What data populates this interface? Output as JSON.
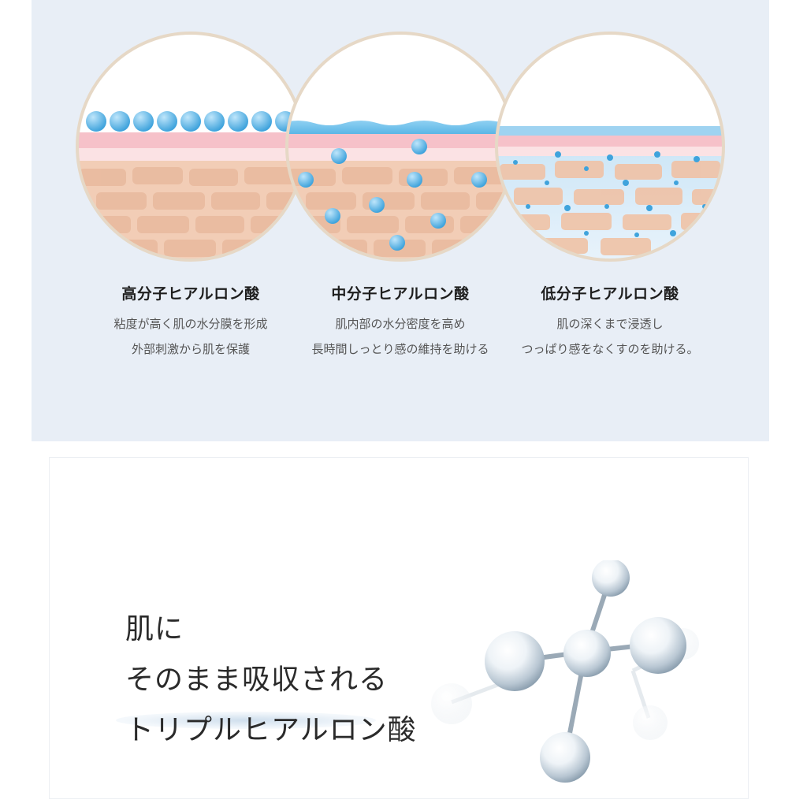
{
  "columns": [
    {
      "title": "高分子ヒアルロン酸",
      "lines": [
        "粘度が高く肌の水分膜を形成",
        "外部刺激から肌を保護"
      ]
    },
    {
      "title": "中分子ヒアルロン酸",
      "lines": [
        "肌内部の水分密度を高め",
        "長時間しっとり感の維持を助ける"
      ]
    },
    {
      "title": "低分子ヒアルロン酸",
      "lines": [
        "肌の深くまで浸透し",
        "つっぱり感をなくすのを助ける。"
      ]
    }
  ],
  "headline": {
    "line1": "肌に",
    "line2": "そのまま吸収される",
    "line3": "トリプルヒアルロン酸"
  },
  "colors": {
    "panel_bg": "#e8eef6",
    "skin": "#f1cbb3",
    "skin_cell": "#e9b99d",
    "pink_layer": "#f4b9c3",
    "water_blue": "#6fbde8",
    "ring": "#e6d8c6"
  }
}
